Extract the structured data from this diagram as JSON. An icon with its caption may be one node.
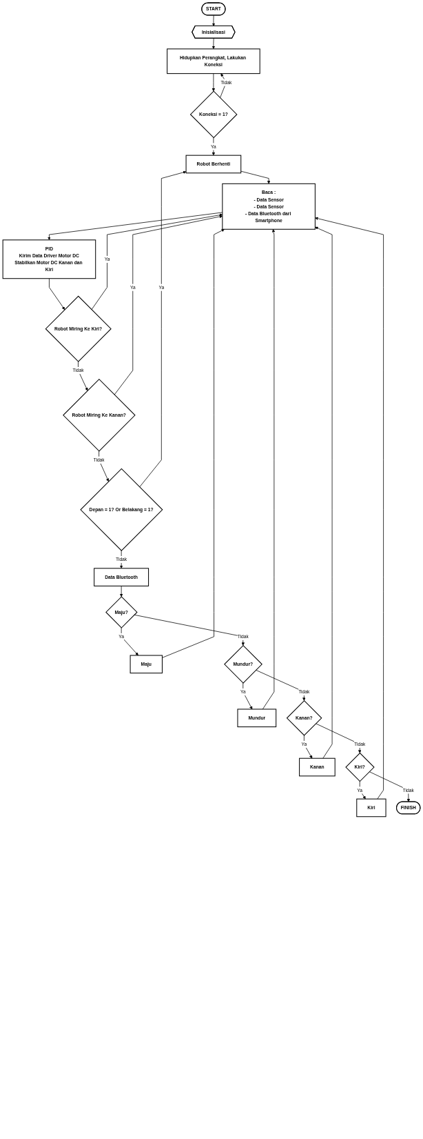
{
  "diagram": {
    "nodes": [
      {
        "text": [
          "START"
        ]
      },
      {
        "text": [
          "Inisialisasi"
        ]
      },
      {
        "text": [
          "Hidupkan Perangkat, Lakukan Koneksi"
        ]
      },
      {
        "text": [
          "Koneksi = 1?"
        ]
      },
      {
        "text": [
          "Robot Berhenti"
        ]
      },
      {
        "text": [
          "Baca :",
          "- Data Sensor",
          "- Data Sensor",
          "- Data Bluetooth dari Smartphone"
        ]
      },
      {
        "text": [
          "PID",
          "Kirim Data Driver Motor DC",
          "Stabilkan Motor DC Kanan dan Kiri"
        ]
      },
      {
        "text": [
          "Robot Miring Ke Kiri?"
        ]
      },
      {
        "text": [
          "Robot Miring Ke Kanan?"
        ]
      },
      {
        "text": [
          "Depan = 1? Or Belakang = 1?"
        ]
      },
      {
        "text": [
          "Data Bluetooth"
        ]
      },
      {
        "text": [
          "Maju?"
        ]
      },
      {
        "text": [
          "Maju"
        ]
      },
      {
        "text": [
          "Mundur?"
        ]
      },
      {
        "text": [
          "Mundur"
        ]
      },
      {
        "text": [
          "Kanan?"
        ]
      },
      {
        "text": [
          "Kanan"
        ]
      },
      {
        "text": [
          "Kiri?"
        ]
      },
      {
        "text": [
          "Kiri"
        ]
      },
      {
        "text": [
          "FINISH"
        ]
      }
    ],
    "edges": [
      {
        "from": 0,
        "to": 1,
        "arrow": "to"
      },
      {
        "from": 1,
        "to": 2,
        "arrow": "to"
      },
      {
        "from": 2,
        "to": 3,
        "arrow": "to"
      },
      {
        "from": 3,
        "to": 2,
        "arrow": "to",
        "label": "Tidak"
      },
      {
        "from": 3,
        "to": 4,
        "arrow": "to",
        "label": "Ya"
      },
      {
        "from": 4,
        "to": 5,
        "arrow": "to"
      },
      {
        "from": 5,
        "to": 6,
        "arrow": "to"
      },
      {
        "from": 6,
        "to": 7,
        "arrow": "to"
      },
      {
        "from": 7,
        "to": 5,
        "arrow": "to",
        "label": "Ya"
      },
      {
        "from": 7,
        "to": 8,
        "arrow": "to",
        "label": "Tidak"
      },
      {
        "from": 8,
        "to": 5,
        "arrow": "to",
        "label": "Ya"
      },
      {
        "from": 8,
        "to": 9,
        "arrow": "to",
        "label": "Tidak"
      },
      {
        "from": 9,
        "to": 4,
        "arrow": "to",
        "label": "Ya"
      },
      {
        "from": 9,
        "to": 10,
        "arrow": "to",
        "label": "Tidak"
      },
      {
        "from": 10,
        "to": 11,
        "arrow": "to"
      },
      {
        "from": 11,
        "to": 12,
        "arrow": "to",
        "label": "Ya"
      },
      {
        "from": 12,
        "to": 5,
        "arrow": "to"
      },
      {
        "from": 11,
        "to": 13,
        "arrow": "to",
        "label": "Tidak"
      },
      {
        "from": 13,
        "to": 14,
        "arrow": "to",
        "label": "Ya"
      },
      {
        "from": 14,
        "to": 5,
        "arrow": "to"
      },
      {
        "from": 13,
        "to": 15,
        "arrow": "to",
        "label": "Tidak"
      },
      {
        "from": 15,
        "to": 16,
        "arrow": "to",
        "label": "Ya"
      },
      {
        "from": 16,
        "to": 5,
        "arrow": "to"
      },
      {
        "from": 15,
        "to": 17,
        "arrow": "to",
        "label": "Tidak"
      },
      {
        "from": 17,
        "to": 18,
        "arrow": "to",
        "label": "Ya"
      },
      {
        "from": 18,
        "to": 5,
        "arrow": "to"
      },
      {
        "from": 17,
        "to": 19,
        "arrow": "to",
        "label": "Tidak"
      }
    ]
  }
}
